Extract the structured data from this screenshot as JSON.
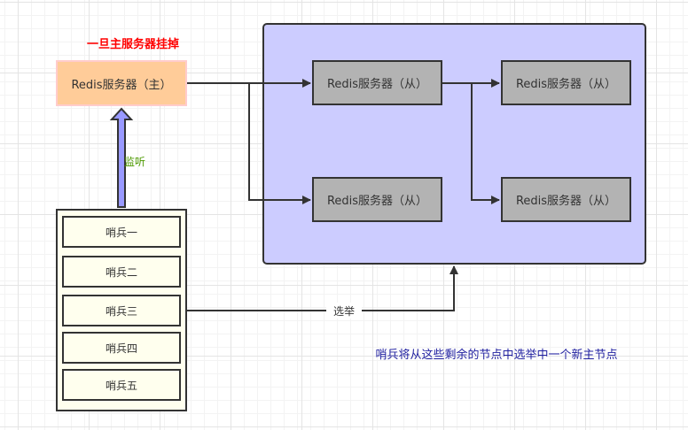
{
  "diagram": {
    "title_warning": "一旦主服务器挂掉",
    "master": {
      "label": "Redis服务器（主）"
    },
    "slaves": [
      {
        "label": "Redis服务器（从）"
      },
      {
        "label": "Redis服务器（从）"
      },
      {
        "label": "Redis服务器（从）"
      },
      {
        "label": "Redis服务器（从）"
      }
    ],
    "sentinels": [
      {
        "label": "哨兵一"
      },
      {
        "label": "哨兵二"
      },
      {
        "label": "哨兵三"
      },
      {
        "label": "哨兵四"
      },
      {
        "label": "哨兵五"
      }
    ],
    "edges": {
      "monitor_label": "监听",
      "elect_label": "选举"
    },
    "note": "哨兵将从这些剩余的节点中选举中一个新主节点",
    "colors": {
      "master_fill": "#ffcc99",
      "master_border": "#ffcccc",
      "slave_group_fill": "#ccccff",
      "slave_fill": "#b3b3b3",
      "sentinel_fill": "#ffffee",
      "monitor_arrow_fill": "#9999ff",
      "warning_text": "#ff0000",
      "monitor_text": "#4d9900",
      "note_text": "#2020a0"
    }
  }
}
